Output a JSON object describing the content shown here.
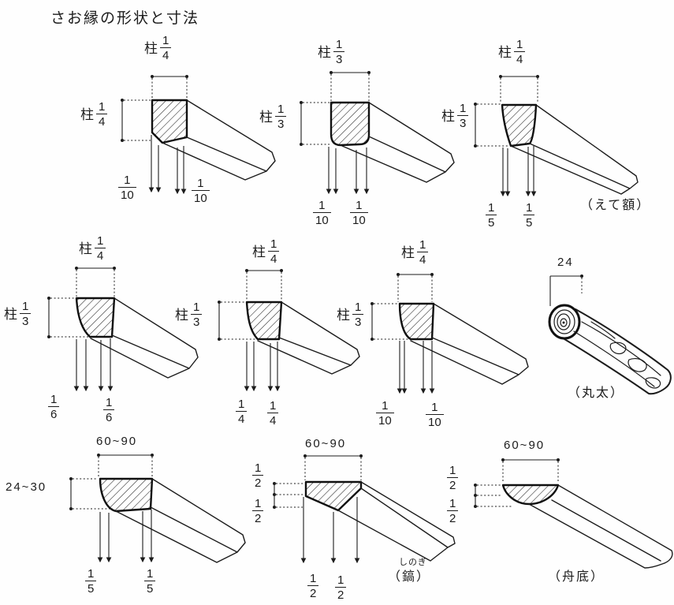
{
  "title": "さお縁の形状と寸法",
  "figures": {
    "f1": {
      "top_prefix": "柱",
      "top_num": "1",
      "top_den": "4",
      "left_prefix": "柱",
      "left_num": "1",
      "left_den": "4",
      "dim1_num": "1",
      "dim1_den": "10",
      "dim2_num": "1",
      "dim2_den": "10"
    },
    "f2": {
      "top_prefix": "柱",
      "top_num": "1",
      "top_den": "3",
      "left_prefix": "柱",
      "left_num": "1",
      "left_den": "3",
      "dim1_num": "1",
      "dim1_den": "10",
      "dim2_num": "1",
      "dim2_den": "10"
    },
    "f3": {
      "top_prefix": "柱",
      "top_num": "1",
      "top_den": "4",
      "left_prefix": "柱",
      "left_num": "1",
      "left_den": "3",
      "dim1_num": "1",
      "dim1_den": "5",
      "dim2_num": "1",
      "dim2_den": "5",
      "caption": "（えて額）"
    },
    "f4": {
      "top_prefix": "柱",
      "top_num": "1",
      "top_den": "4",
      "left_prefix": "柱",
      "left_num": "1",
      "left_den": "3",
      "dim1_num": "1",
      "dim1_den": "6",
      "dim2_num": "1",
      "dim2_den": "6"
    },
    "f5": {
      "top_prefix": "柱",
      "top_num": "1",
      "top_den": "4",
      "left_prefix": "柱",
      "left_num": "1",
      "left_den": "3",
      "dim1_num": "1",
      "dim1_den": "4",
      "dim2_num": "1",
      "dim2_den": "4"
    },
    "f6": {
      "top_prefix": "柱",
      "top_num": "1",
      "top_den": "4",
      "left_prefix": "柱",
      "left_num": "1",
      "left_den": "3",
      "dim1_num": "1",
      "dim1_den": "10",
      "dim2_num": "1",
      "dim2_den": "10"
    },
    "log": {
      "diameter": "24",
      "caption": "（丸太）"
    },
    "f7": {
      "top": "60~90",
      "left": "24~30",
      "dim1_num": "1",
      "dim1_den": "5",
      "dim2_num": "1",
      "dim2_den": "5"
    },
    "f8": {
      "top": "60~90",
      "left1_num": "1",
      "left1_den": "2",
      "left2_num": "1",
      "left2_den": "2",
      "dim1_num": "1",
      "dim1_den": "2",
      "dim2_num": "1",
      "dim2_den": "2",
      "furigana": "しのぎ",
      "caption": "（鎬）"
    },
    "f9": {
      "top": "60~90",
      "left1_num": "1",
      "left1_den": "2",
      "left2_num": "1",
      "left2_den": "2",
      "caption": "（舟底）"
    }
  }
}
